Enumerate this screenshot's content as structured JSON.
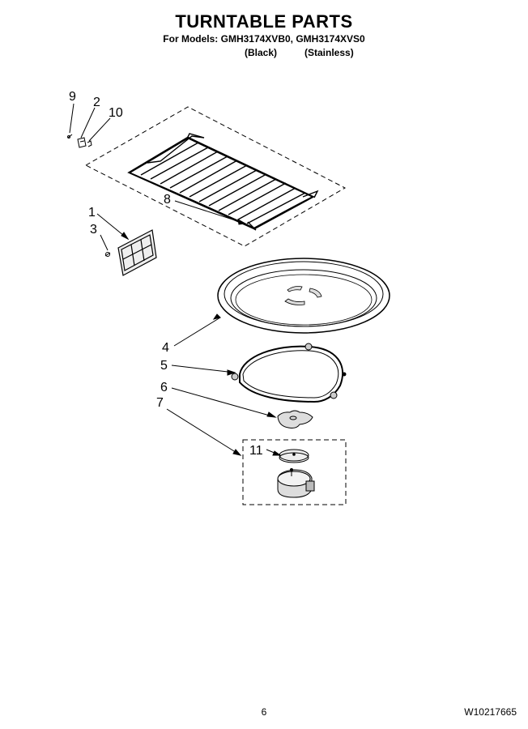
{
  "header": {
    "title": "TURNTABLE PARTS",
    "models": "For Models: GMH3174XVB0, GMH3174XVS0",
    "variants": [
      "(Black)",
      "(Stainless)"
    ]
  },
  "callouts": [
    {
      "label": "9"
    },
    {
      "label": "2"
    },
    {
      "label": "10"
    },
    {
      "label": "8"
    },
    {
      "label": "1"
    },
    {
      "label": "3"
    },
    {
      "label": "4"
    },
    {
      "label": "5"
    },
    {
      "label": "6"
    },
    {
      "label": "7"
    },
    {
      "label": "11"
    }
  ],
  "footer": {
    "page_number": "6",
    "document_number": "W10217665"
  }
}
